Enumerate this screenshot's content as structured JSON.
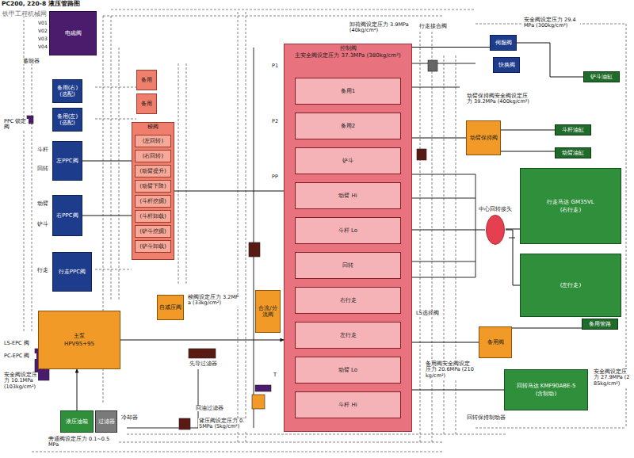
{
  "diagram": {
    "title": "PC200, 220-8 液压管路图",
    "nodes": [
      {
        "text": [
          "电磁阀"
        ]
      },
      {
        "text": [
          "备用(右)(选配)"
        ]
      },
      {
        "text": [
          "备用(左)(选配)"
        ]
      },
      {
        "text": [
          "左PPC阀"
        ]
      },
      {
        "text": [
          "右PPC阀"
        ]
      },
      {
        "text": [
          "行走PPC阀"
        ]
      },
      {
        "text": [
          "备用"
        ]
      },
      {
        "text": [
          "备用"
        ]
      },
      {
        "text": [
          "梭阀"
        ]
      },
      {
        "text": [
          "(左回转)"
        ],
        "in": 8
      },
      {
        "text": [
          "(右回转)"
        ],
        "in": 8
      },
      {
        "text": [
          "(动臂提升)"
        ],
        "in": 8
      },
      {
        "text": [
          "(动臂下降)"
        ],
        "in": 8
      },
      {
        "text": [
          "(斗杆挖掘)"
        ],
        "in": 8
      },
      {
        "text": [
          "(斗杆卸载)"
        ],
        "in": 8
      },
      {
        "text": [
          "(铲斗挖掘)"
        ],
        "in": 8
      },
      {
        "text": [
          "(铲斗卸载)"
        ],
        "in": 8
      },
      {
        "text": [
          "主泵",
          "HPV95+95"
        ]
      },
      {
        "text": [
          "自减压阀"
        ]
      },
      {
        "text": [
          "控制阀",
          "主安全阀设定压力 37.3MPa (380kg/cm²)"
        ]
      },
      {
        "text": [
          "备用1"
        ],
        "in": 19
      },
      {
        "text": [
          "备用2"
        ],
        "in": 19
      },
      {
        "text": [
          "铲斗"
        ],
        "in": 19
      },
      {
        "text": [
          "动臂 Hi"
        ],
        "in": 19
      },
      {
        "text": [
          "斗杆 Lo"
        ],
        "in": 19
      },
      {
        "text": [
          "回转"
        ],
        "in": 19
      },
      {
        "text": [
          "右行走"
        ],
        "in": 19
      },
      {
        "text": [
          "左行走"
        ],
        "in": 19
      },
      {
        "text": [
          "动臂 Lo"
        ],
        "in": 19
      },
      {
        "text": [
          "斗杆 Hi"
        ],
        "in": 19
      },
      {
        "text": [
          "合流/分流阀"
        ]
      },
      {
        "text": [
          "伺服阀"
        ]
      },
      {
        "text": [
          "快换阀"
        ]
      },
      {
        "text": [
          "铲斗油缸"
        ]
      },
      {
        "text": [
          "动臂保持阀"
        ]
      },
      {
        "text": [
          "斗杆油缸"
        ]
      },
      {
        "text": [
          "动臂油缸"
        ]
      },
      {
        "text": [
          "中心回转接头"
        ]
      },
      {
        "text": [
          "行走马达 GM35VL",
          "(右行走)"
        ]
      },
      {
        "text": [
          "(左行走)"
        ]
      },
      {
        "text": [
          "备用阀"
        ]
      },
      {
        "text": [
          "备用管路"
        ]
      },
      {
        "text": [
          "回转马达 KMF90ABE-5",
          "(含制动)"
        ]
      },
      {
        "text": [
          "液压油箱"
        ]
      },
      {
        "text": [
          "过滤器"
        ]
      }
    ],
    "edges": [
      {
        "from": 17,
        "to": 19,
        "arrow": "to"
      },
      {
        "from": 19,
        "to": 37,
        "arrow": "none"
      },
      {
        "from": 37,
        "to": 38,
        "arrow": "none"
      },
      {
        "from": 37,
        "to": 39,
        "arrow": "none"
      },
      {
        "from": 19,
        "to": 42,
        "arrow": "none"
      },
      {
        "from": 19,
        "to": 34,
        "arrow": "none"
      },
      {
        "from": 34,
        "to": 36,
        "arrow": "none"
      },
      {
        "from": 34,
        "to": 35,
        "arrow": "none"
      },
      {
        "from": 19,
        "to": 40,
        "arrow": "none"
      },
      {
        "from": 40,
        "to": 41,
        "arrow": "none"
      },
      {
        "from": 19,
        "to": 31,
        "arrow": "none"
      },
      {
        "from": 31,
        "to": 33,
        "arrow": "none"
      },
      {
        "from": 8,
        "to": 19,
        "arrow": "none"
      },
      {
        "from": 3,
        "to": 8,
        "arrow": "none"
      },
      {
        "from": 4,
        "to": 8,
        "arrow": "none"
      },
      {
        "from": 43,
        "to": 17,
        "arrow": "to"
      }
    ],
    "labels": [
      "铁甲工程机械网",
      "V01",
      "V02",
      "V03",
      "V04",
      "蓄能器",
      "PPC 锁定阀",
      "斗杆",
      "回转",
      "动臂",
      "铲斗",
      "行走",
      "LS-EPC 阀",
      "PC-EPC 阀",
      "安全阀设定压力 10.1MPa (103kg/cm²)",
      "旁通阀设定压力 0.1~0.5MPa",
      "冷却器",
      "先导过滤器",
      "梭阀设定压力 3.2MPa (33kg/cm²)",
      "回油过滤器",
      "背压阀设定压力 0.5MPa (5kg/cm²)",
      "P1",
      "P2",
      "PP",
      "T",
      "卸荷阀设定压力 3.9MPa (40kg/cm²)",
      "行走接合阀",
      "安全阀设定压力 29.4MPa (300kg/cm²)",
      "动臂保持阀安全阀设定压力 39.2MPa (400kg/cm²)",
      "LS选择阀",
      "备用阀安全阀设定压力 20.6MPa (210kg/cm²)",
      "回转保持制动器",
      "安全阀设定压力 27.9MPa (285kg/cm²)"
    ]
  }
}
